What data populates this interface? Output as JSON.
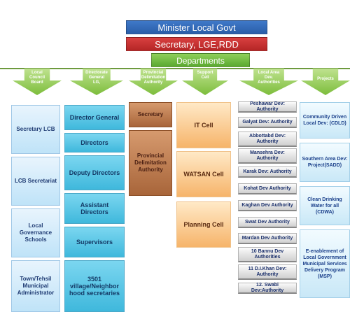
{
  "header": {
    "minister": "Minister Local Govt",
    "secretary": "Secretary, LGE,RDD",
    "departments": "Departments"
  },
  "departments": [
    {
      "label": "Local\nCouncil\nBoard"
    },
    {
      "label": "Directorate\nGeneral\nLG,"
    },
    {
      "label": "Provincial\nDelimitation\nAuthority"
    },
    {
      "label": "Support\nCell"
    },
    {
      "label": "Local Area\nDev.\nAuthorities"
    },
    {
      "label": "Projects"
    }
  ],
  "local_council_board": [
    "Secretary LCB",
    "LCB Secretariat",
    "Local Governance Schools",
    "Town/Tehsil Municipal Administrator"
  ],
  "directorate_general": [
    "Director General",
    "Directors",
    "Deputy Directors",
    "Assistant Directors",
    "Supervisors",
    "3501 village/Neighbor hood secretaries"
  ],
  "delimitation": [
    "Secretary",
    "Provincial Delimitation Authority"
  ],
  "support_cell": [
    "IT Cell",
    "WATSAN Cell",
    "Planning Cell"
  ],
  "area_authorities": [
    "Peshawar Dev: Authority",
    "Galyat Dev: Authority",
    "Abbottabd Dev: Authority",
    "Mansehra Dev: Authority",
    "Karak Dev: Authority",
    "Kohat Dev Authority",
    "Kaghan Dev Authority",
    "Swat Dev Authority",
    "Mardan Dev Authority",
    "10 Bannu Dev Authorities",
    "11 D.I.Khan Dev: Authority",
    "12. Swabi Dev:Authority"
  ],
  "projects": [
    "Community Driven Local Dev: (CDLD)",
    "Southern Area Dev: Project(SADD)",
    "Clean Drinking Water for all (CDWA)",
    "E-enablement of Local Government Municipal Services Delivery Program (MSP)"
  ],
  "colors": {
    "minister_bar": "#2f67b5",
    "secretary_bar": "#c72f2f",
    "departments_bar": "#6cba3b",
    "arrows": "#7cbd3b"
  }
}
